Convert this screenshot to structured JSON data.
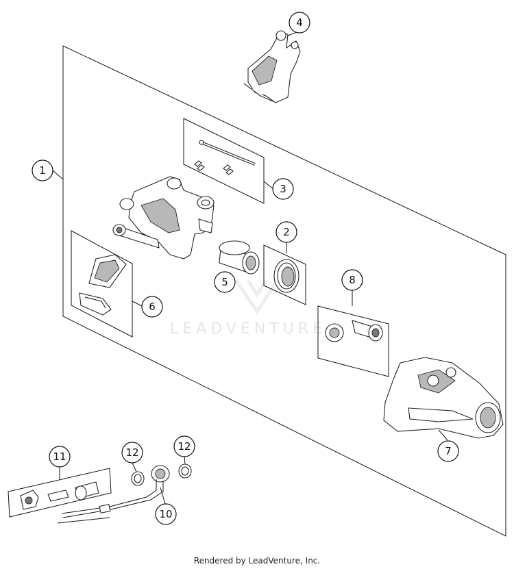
{
  "callouts": [
    {
      "label": "1"
    },
    {
      "label": "2"
    },
    {
      "label": "3"
    },
    {
      "label": "4"
    },
    {
      "label": "5"
    },
    {
      "label": "6"
    },
    {
      "label": "7"
    },
    {
      "label": "8"
    },
    {
      "label": "10"
    },
    {
      "label": "11"
    },
    {
      "label": "12"
    },
    {
      "label": "12"
    }
  ],
  "watermark": "LEADVENTURE",
  "footer": "Rendered by LeadVenture, Inc."
}
